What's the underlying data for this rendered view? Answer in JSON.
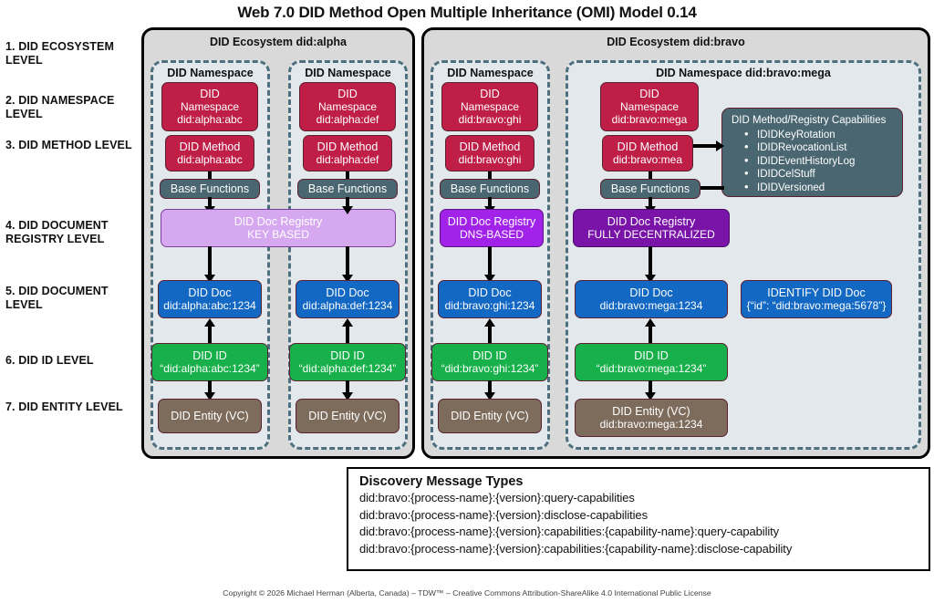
{
  "title": "Web 7.0 DID Method Open Multiple Inheritance (OMI) Model 0.14",
  "levels": [
    {
      "id": "ecosystem",
      "label": "1. DID ECOSYSTEM LEVEL"
    },
    {
      "id": "namespace",
      "label": "2. DID NAMESPACE LEVEL"
    },
    {
      "id": "method",
      "label": "3. DID METHOD LEVEL"
    },
    {
      "id": "doc-registry",
      "label": "4. DID DOCUMENT REGISTRY LEVEL"
    },
    {
      "id": "document",
      "label": "5. DID DOCUMENT LEVEL"
    },
    {
      "id": "id",
      "label": "6. DID ID LEVEL"
    },
    {
      "id": "entity",
      "label": "7. DID ENTITY LEVEL"
    }
  ],
  "ecosystems": [
    {
      "id": "alpha",
      "title": "DID Ecosystem did:alpha"
    },
    {
      "id": "bravo",
      "title": "DID Ecosystem did:bravo"
    }
  ],
  "namespaces": [
    {
      "id": "alpha-abc",
      "title": "DID Namespace"
    },
    {
      "id": "alpha-def",
      "title": "DID Namespace"
    },
    {
      "id": "bravo-ghi",
      "title": "DID Namespace"
    },
    {
      "id": "bravo-mega",
      "title": "DID Namespace did:bravo:mega"
    }
  ],
  "columns": {
    "alpha_abc": {
      "namespace_node": {
        "line1": "DID",
        "line2": "Namespace",
        "line3": "did:alpha:abc"
      },
      "method_node": {
        "line1": "DID Method",
        "line2": "did:alpha:abc"
      },
      "base_functions": "Base Functions",
      "doc_node": {
        "line1": "DID Doc",
        "line2": "did:alpha:abc:1234"
      },
      "id_node": {
        "line1": "DID ID",
        "line2": "“did:alpha:abc:1234”"
      },
      "entity_node": {
        "line1": "DID Entity (VC)",
        "line2": ""
      }
    },
    "alpha_def": {
      "namespace_node": {
        "line1": "DID",
        "line2": "Namespace",
        "line3": "did:alpha:def"
      },
      "method_node": {
        "line1": "DID Method",
        "line2": "did:alpha:def"
      },
      "base_functions": "Base Functions",
      "doc_node": {
        "line1": "DID Doc",
        "line2": "did:alpha:def:1234"
      },
      "id_node": {
        "line1": "DID ID",
        "line2": "“did:alpha:def:1234”"
      },
      "entity_node": {
        "line1": "DID Entity (VC)",
        "line2": ""
      }
    },
    "bravo_ghi": {
      "namespace_node": {
        "line1": "DID",
        "line2": "Namespace",
        "line3": "did:bravo:ghi"
      },
      "method_node": {
        "line1": "DID Method",
        "line2": "did:bravo:ghi"
      },
      "base_functions": "Base Functions",
      "doc_node": {
        "line1": "DID Doc",
        "line2": "did:bravo:ghi:1234"
      },
      "id_node": {
        "line1": "DID ID",
        "line2": "“did:bravo:ghi:1234”"
      },
      "entity_node": {
        "line1": "DID Entity (VC)",
        "line2": ""
      }
    },
    "bravo_mega": {
      "namespace_node": {
        "line1": "DID",
        "line2": "Namespace",
        "line3": "did:bravo:mega"
      },
      "method_node": {
        "line1": "DID Method",
        "line2": "did:bravo:mea"
      },
      "base_functions": "Base Functions",
      "doc_node": {
        "line1": "DID Doc",
        "line2": "did:bravo:mega:1234"
      },
      "identify_doc": {
        "line1": "IDENTIFY DID Doc",
        "line2": "{“id”: “did:bravo:mega:5678”}"
      },
      "id_node": {
        "line1": "DID ID",
        "line2": "“did:bravo:mega:1234”"
      },
      "entity_node": {
        "line1": "DID Entity (VC)",
        "line2": "did:bravo:mega:1234"
      }
    }
  },
  "registries": [
    {
      "id": "alpha-key-based",
      "line1": "DID Doc Registry",
      "line2": "KEY BASED"
    },
    {
      "id": "bravo-ghi-dns-based",
      "line1": "DID Doc Registry",
      "line2": "DNS-BASED"
    },
    {
      "id": "bravo-mega-decentralized",
      "line1": "DID Doc Registry",
      "line2": "FULLY DECENTRALIZED"
    }
  ],
  "capabilities": {
    "title": "DID Method/Registry Capabilities",
    "items": [
      "IDIDKeyRotation",
      "IDIDRevocationList",
      "IDIDEventHistoryLog",
      "IDIDCelStuff",
      "IDIDVersioned"
    ]
  },
  "discovery": {
    "title": "Discovery Message Types",
    "lines": [
      "did:bravo:{process-name}:{version}:query-capabilities",
      "did:bravo:{process-name}:{version}:disclose-capabilities",
      "did:bravo:{process-name}:{version}:capabilities:{capability-name}:query-capability",
      "did:bravo:{process-name}:{version}:capabilities:{capability-name}:disclose-capability"
    ]
  },
  "copyright": "Copyright © 2026 Michael Herman (Alberta, Canada) – TDW™ – Creative Commons Attribution-ShareAlike 4.0 International Public License",
  "colors": {
    "crimson": "#bf1f47",
    "slate": "#4a6670",
    "light_purple": "#d6a8ef",
    "purple": "#a122e8",
    "dark_purple": "#7a13a8",
    "blue": "#1268c3",
    "green": "#17b04a",
    "brown": "#7d6c5c",
    "ecosystem_bg": "#d9d9d9",
    "namespace_bg": "#e2e8ec",
    "dash_border": "#4e6f7d"
  }
}
